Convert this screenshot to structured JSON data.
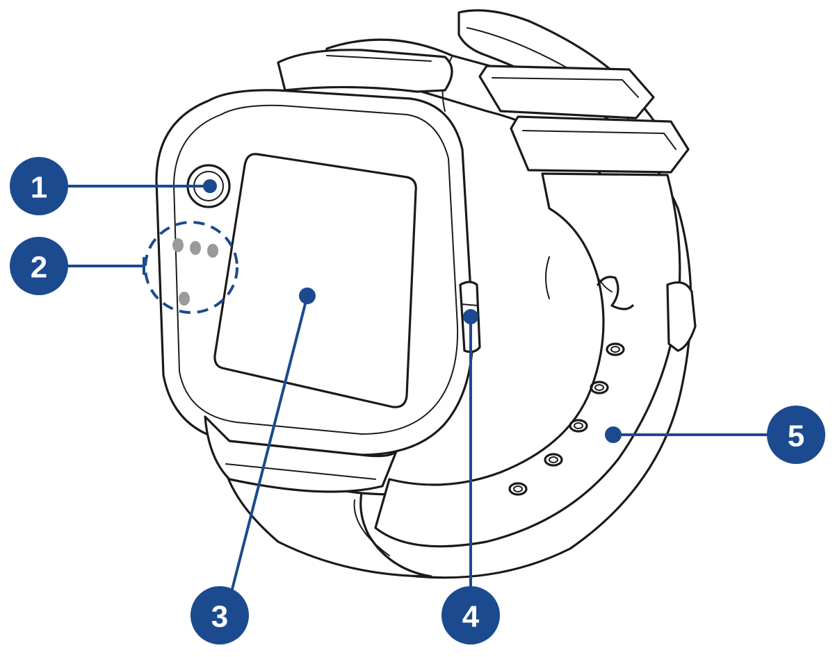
{
  "colors": {
    "accent": "#1b4a8f",
    "ink": "#1a1a1a",
    "sensor_dot": "#9a9a9a",
    "background": "#ffffff"
  },
  "callouts": [
    {
      "id": "1",
      "label": "1",
      "part": "camera"
    },
    {
      "id": "2",
      "label": "2",
      "part": "sensors"
    },
    {
      "id": "3",
      "label": "3",
      "part": "display"
    },
    {
      "id": "4",
      "label": "4",
      "part": "side-button"
    },
    {
      "id": "5",
      "label": "5",
      "part": "strap"
    }
  ]
}
